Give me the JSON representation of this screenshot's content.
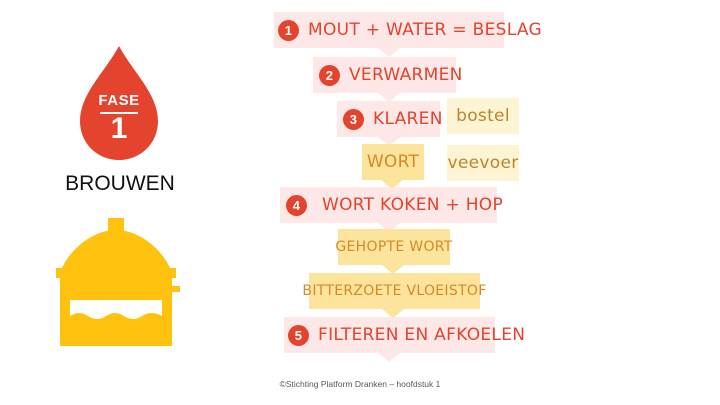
{
  "phase": {
    "label": "FASE",
    "number": "1",
    "title": "BROUWEN",
    "icons": [
      "drop-icon",
      "brew-kettle-icon"
    ]
  },
  "steps": [
    {
      "number": "1",
      "text": "MOUT + WATER = BESLAG"
    },
    {
      "number": "2",
      "text": "VERWARMEN"
    },
    {
      "number": "3",
      "text": "KLAREN"
    },
    {
      "number": "4",
      "text": "WORT KOKEN + HOP"
    },
    {
      "number": "5",
      "text": "FILTEREN EN AFKOELEN"
    }
  ],
  "products": {
    "wort": "WORT",
    "hopped_wort": "GEHOPTE WORT",
    "bittersweet_liquid": "BITTERZOETE VLOEISTOF"
  },
  "byproducts": {
    "spent_grain": "bostel",
    "feed": "veevoer"
  },
  "footer": "©Stichting Platform Dranken – hoofdstuk 1",
  "colors": {
    "accent_red": "#e4432d",
    "pink_box": "#fde8e7",
    "yellow_box": "#fde49c",
    "cream_box": "#fdf4d3",
    "kettle_yellow": "#ffc20e"
  }
}
